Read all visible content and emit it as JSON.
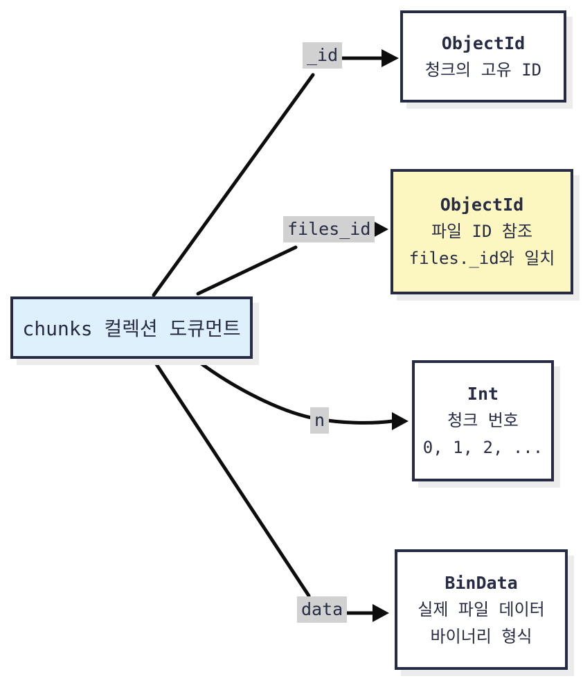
{
  "diagram": {
    "root": {
      "label": "chunks 컬렉션 도큐먼트"
    },
    "fields": [
      {
        "label": "_id",
        "type": "ObjectId",
        "desc_lines": [
          "청크의 고유 ID"
        ]
      },
      {
        "label": "files_id",
        "type": "ObjectId",
        "desc_lines": [
          "파일 ID 참조",
          "files._id와 일치"
        ]
      },
      {
        "label": "n",
        "type": "Int",
        "desc_lines": [
          "청크 번호",
          "0, 1, 2, ..."
        ]
      },
      {
        "label": "data",
        "type": "BinData",
        "desc_lines": [
          "실제 파일 데이터",
          "바이너리 형식"
        ]
      }
    ],
    "colors": {
      "node_border": "#262b43",
      "text": "#262b43",
      "root_fill": "#ddf0fb",
      "highlight_fill": "#fcf7c0",
      "box_fill": "#ffffff",
      "label_bg": "#d1d1d1",
      "edge": "#0d0d0d",
      "shadow": "#ececec",
      "background": "#ffffff"
    }
  }
}
